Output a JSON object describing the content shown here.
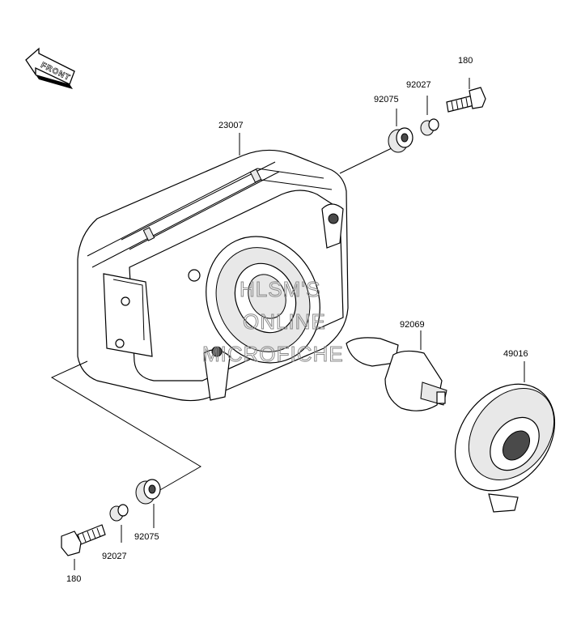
{
  "diagram": {
    "front_indicator": "FRONT",
    "watermark_lines": [
      "HLSM'S",
      "ONLINE",
      "MICROFICHE"
    ],
    "part_labels": {
      "headlight_assembly": "23007",
      "bolt_top": "180",
      "washer_top": "92027",
      "grommet_top": "92075",
      "bulb": "92069",
      "socket_cover": "49016",
      "bolt_bottom": "180",
      "washer_bottom": "92027",
      "grommet_bottom": "92075"
    }
  }
}
